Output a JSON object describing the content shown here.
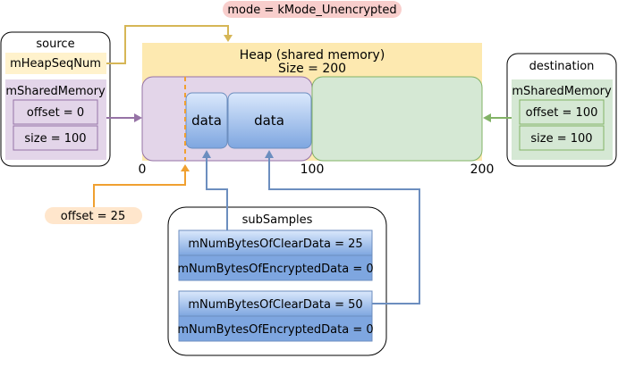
{
  "mode_badge": "mode = kMode_Unencrypted",
  "heap": {
    "title": "Heap (shared memory)",
    "size_label": "Size = 200",
    "data_block_1": "data",
    "data_block_2": "data",
    "scale": [
      "0",
      "100",
      "200"
    ]
  },
  "source": {
    "title": "source",
    "heap_seq_num": "mHeapSeqNum",
    "shared_memory": {
      "title": "mSharedMemory",
      "offset": "offset = 0",
      "size": "size = 100"
    }
  },
  "destination": {
    "title": "destination",
    "shared_memory": {
      "title": "mSharedMemory",
      "offset": "offset = 100",
      "size": "size = 100"
    }
  },
  "offset_badge": "offset = 25",
  "subsamples": {
    "title": "subSamples",
    "items": [
      {
        "clear": "mNumBytesOfClearData = 25",
        "encrypted": "mNumBytesOfEncryptedData = 0"
      },
      {
        "clear": "mNumBytesOfClearData = 50",
        "encrypted": "mNumBytesOfEncryptedData = 0"
      }
    ]
  },
  "colors": {
    "heap_fill": "#fde9b0",
    "source_fill": "#e3d5e9",
    "dest_fill": "#d5e8d4",
    "data_fill": "#8fb4e8",
    "mode_badge": "#f8cecc",
    "offset_badge": "#ffe6cc",
    "orange": "#f0a030",
    "purple": "#9673a6",
    "green": "#82b366",
    "blue": "#6c8ebf",
    "gold": "#d6b656"
  }
}
